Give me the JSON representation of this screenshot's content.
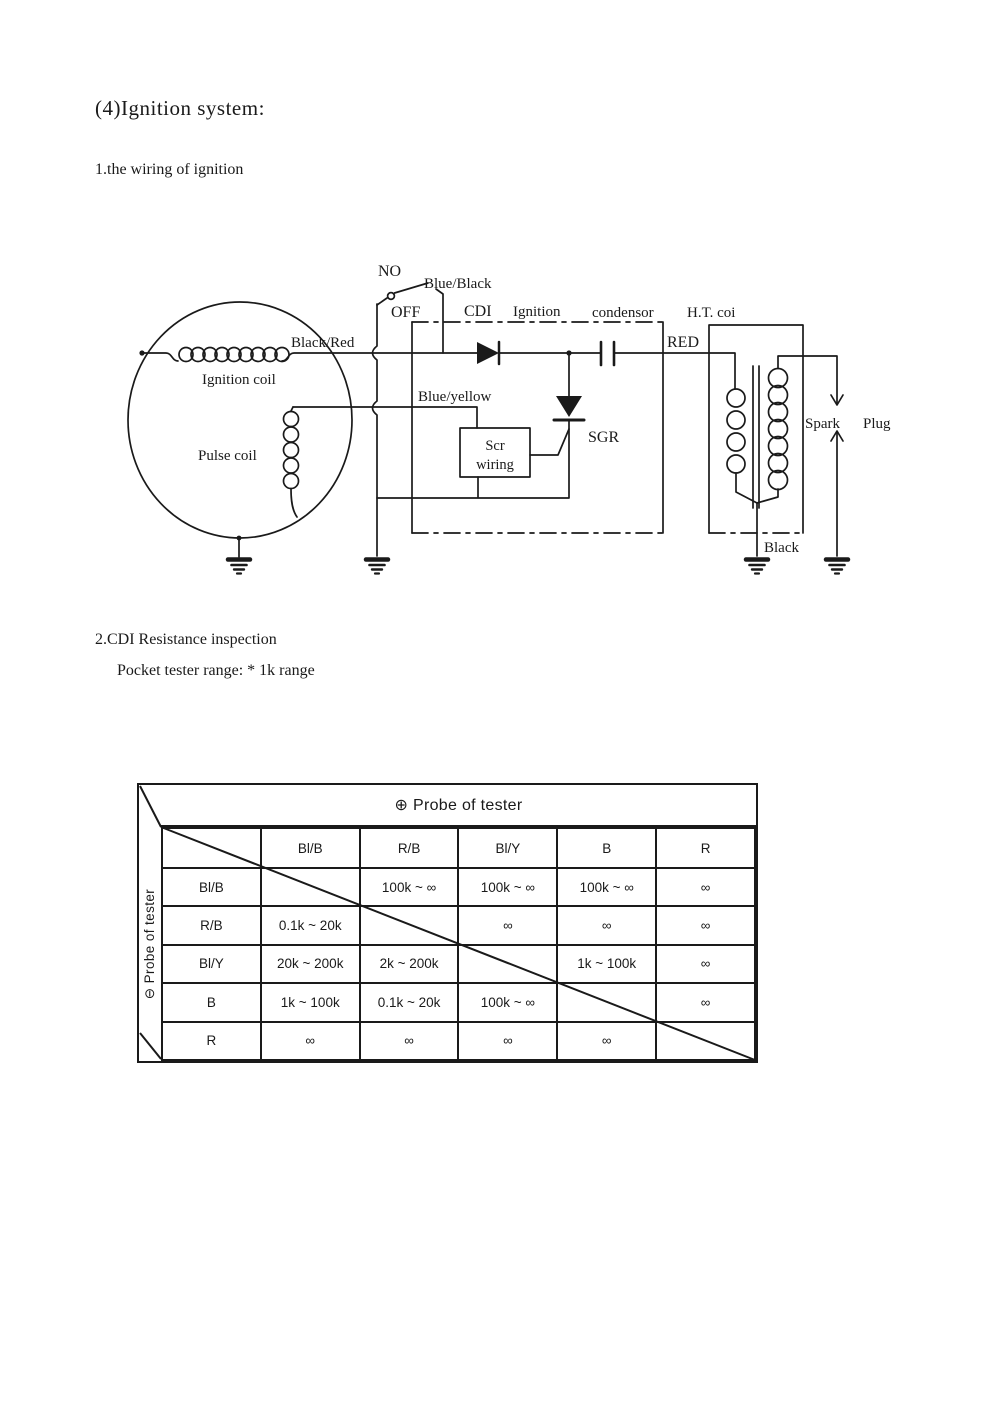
{
  "page": {
    "title": "(4)Ignition system:",
    "section1": "1.the wiring of ignition",
    "section2": "2.CDI Resistance inspection",
    "section2_sub": "Pocket tester range: * 1k range"
  },
  "diagram": {
    "labels": {
      "no": "NO",
      "off": "OFF",
      "blue_black": "Blue/Black",
      "black_red": "Black/Red",
      "cdi": "CDI",
      "ignition": "Ignition",
      "condensor": "condensor",
      "ht_coi": "H.T. coi",
      "red": "RED",
      "blue_yellow": "Blue/yellow",
      "ignition_coil": "Ignition coil",
      "pulse_coil": "Pulse coil",
      "scr_line1": "Scr",
      "scr_line2": "wiring",
      "sgr": "SGR",
      "spark": "Spark",
      "plug": "Plug",
      "black": "Black"
    }
  },
  "table": {
    "top_header": "⊕ Probe of tester",
    "left_header": "⊖ Probe of tester",
    "columns": [
      "Bl/B",
      "R/B",
      "Bl/Y",
      "B",
      "R"
    ],
    "rows": [
      {
        "label": "Bl/B",
        "cells": [
          "",
          "100k ~ ∞",
          "100k ~ ∞",
          "100k ~ ∞",
          "∞"
        ]
      },
      {
        "label": "R/B",
        "cells": [
          "0.1k ~ 20k",
          "",
          "∞",
          "∞",
          "∞"
        ]
      },
      {
        "label": "Bl/Y",
        "cells": [
          "20k ~ 200k",
          "2k ~ 200k",
          "",
          "1k ~ 100k",
          "∞"
        ]
      },
      {
        "label": "B",
        "cells": [
          "1k ~ 100k",
          "0.1k ~ 20k",
          "100k ~ ∞",
          "",
          "∞"
        ]
      },
      {
        "label": "R",
        "cells": [
          "∞",
          "∞",
          "∞",
          "∞",
          ""
        ]
      }
    ]
  },
  "colors": {
    "ink": "#1a1a1a",
    "paper": "#ffffff"
  }
}
